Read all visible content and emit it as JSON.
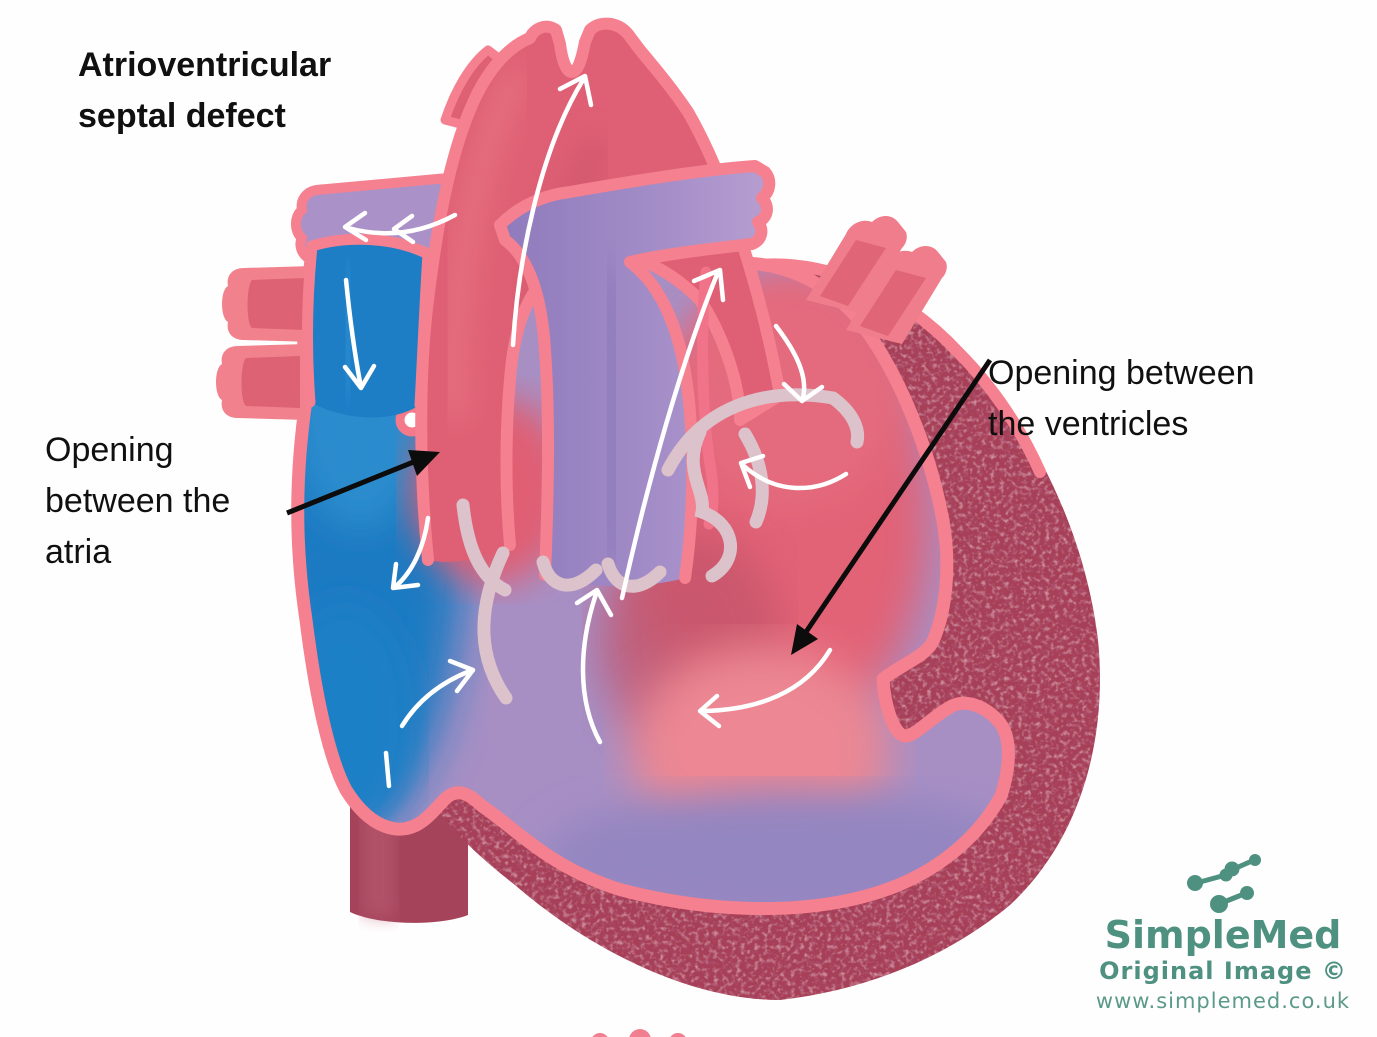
{
  "title": "Atrioventricular\nseptal defect",
  "labels": {
    "atria": "Opening\nbetween the\natria",
    "ventricles": "Opening between\nthe ventricles"
  },
  "watermark": {
    "brand": "SimpleMed",
    "tagline": "Original Image ©",
    "url": "www.simplemed.co.uk"
  },
  "icons": {
    "logo": "molecule-dots-icon",
    "atria_pointer": "black-arrow-icon",
    "ventricles_pointer": "black-arrow-icon",
    "flow": "white-curved-flow-arrows"
  },
  "colors": {
    "outline_pink": "#f5808f",
    "aorta_red": "#df6074",
    "pulmonary_purple": "#9d87c3",
    "interior_purple": "#a78fc4",
    "vena_cava_blue": "#1d7ec6",
    "myocardium_maroon": "#a63f57",
    "valve_light_pink": "#dcc2ca",
    "label_black": "#101010",
    "logo_teal": "#4e9181"
  }
}
